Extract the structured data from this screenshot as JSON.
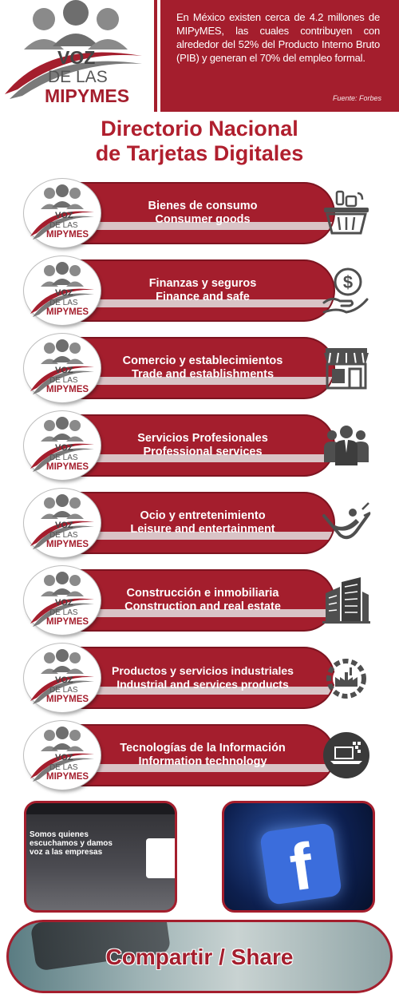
{
  "header": {
    "logo": {
      "line1": "VOZ",
      "line2": "DE LAS",
      "line3": "MIPYMES"
    },
    "info_text": "En México existen cerca de 4.2 millones de MIPyMES, las cuales contribuyen con alrededor del 52% del Producto Interno Bruto (PIB) y generan el 70% del empleo formal.",
    "source": "Fuente: Forbes"
  },
  "title": {
    "line1": "Directorio Nacional",
    "line2": "de Tarjetas Digitales"
  },
  "categories": [
    {
      "es": "Bienes de consumo",
      "en": "Consumer goods",
      "icon": "grocery-basket-icon"
    },
    {
      "es": "Finanzas y seguros",
      "en": "Finance and safe",
      "icon": "hand-dollar-icon"
    },
    {
      "es": "Comercio y establecimientos",
      "en": "Trade and establishments",
      "icon": "storefront-icon"
    },
    {
      "es": "Servicios Profesionales",
      "en": "Professional services",
      "icon": "business-people-icon"
    },
    {
      "es": "Ocio y entretenimiento",
      "en": "Leisure and entertainment",
      "icon": "hammock-icon"
    },
    {
      "es": "Construcción e inmobiliaria",
      "en": "Construction and real estate",
      "icon": "building-icon"
    },
    {
      "es": "Productos y servicios industriales",
      "en": "Industrial and services products",
      "icon": "factory-gear-icon"
    },
    {
      "es": "Tecnologías de la Información",
      "en": "Information technology",
      "icon": "laptop-icon"
    }
  ],
  "thumbnails": {
    "web": {
      "headline": "Somos quienes escuchamos y damos voz a las empresas"
    },
    "facebook": {
      "letter": "f"
    }
  },
  "share": {
    "label": "Compartir / Share"
  },
  "colors": {
    "brand_red": "#a41e2d",
    "stripe": "#d9c3c6",
    "icon_gray": "#555555"
  }
}
